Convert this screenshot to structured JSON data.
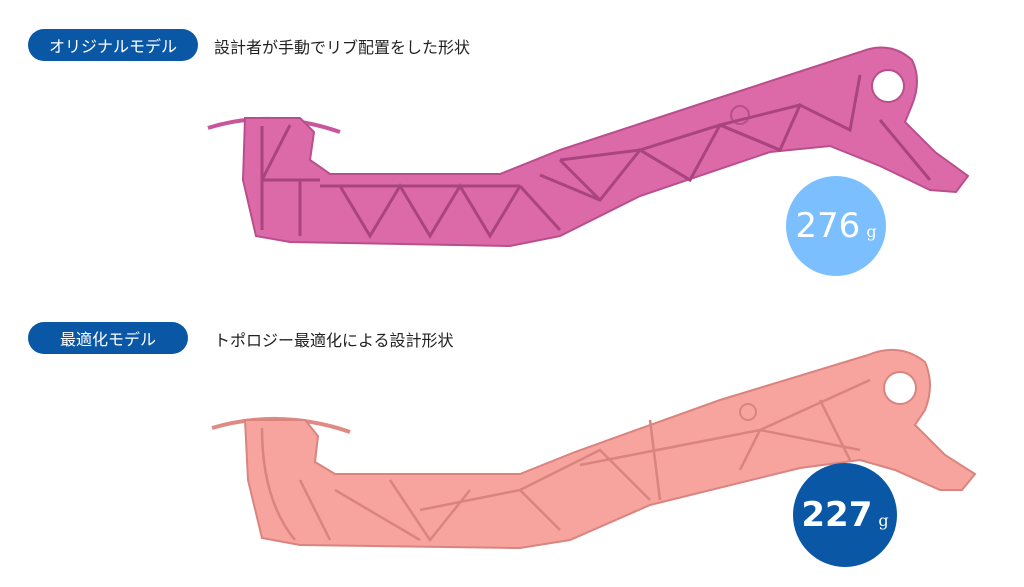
{
  "original": {
    "label": "オリジナルモデル",
    "description": "設計者が手動でリブ配置をした形状",
    "weight": "276",
    "unit": "g",
    "part_color": "#dd6aa8",
    "badge_color": "#7bbfff"
  },
  "optimized": {
    "label": "最適化モデル",
    "description": "トポロジー最適化による設計形状",
    "weight": "227",
    "unit": "g",
    "part_color": "#f7a39e",
    "badge_color": "#0a57a6"
  }
}
